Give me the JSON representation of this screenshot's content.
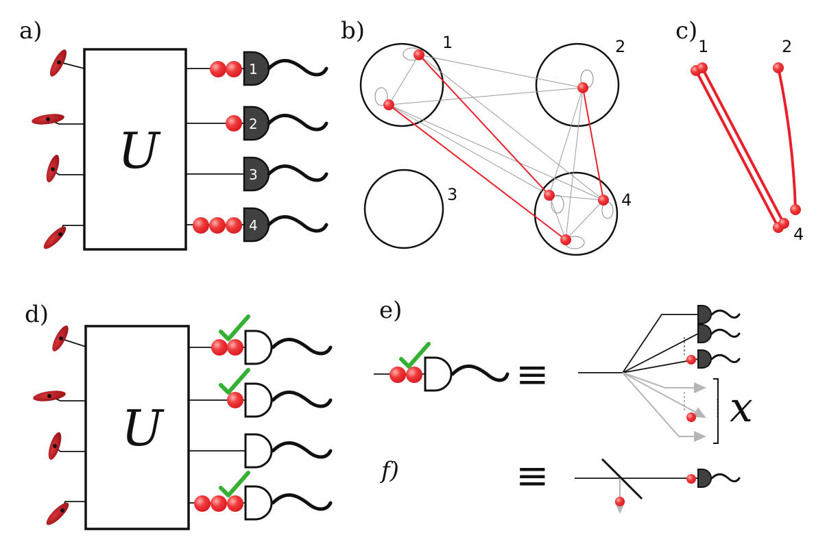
{
  "panels": {
    "a": {
      "label": "a)",
      "unitary": "U",
      "detectors": [
        "1",
        "2",
        "3",
        "4"
      ],
      "photon_counts": [
        2,
        1,
        0,
        3
      ]
    },
    "b": {
      "label": "b)",
      "modes": [
        "1",
        "2",
        "3",
        "4"
      ]
    },
    "c": {
      "label": "c)",
      "modes": [
        "1",
        "2",
        "4"
      ]
    },
    "d": {
      "label": "d)",
      "unitary": "U",
      "photon_counts": [
        2,
        1,
        0,
        3
      ],
      "checked": [
        true,
        true,
        false,
        true
      ]
    },
    "e": {
      "label": "e)",
      "equiv": "≡",
      "multiplexed_symbol": "x"
    },
    "f": {
      "label": "f)",
      "equiv": "≡"
    }
  },
  "colors": {
    "photon": "#e8202a",
    "squeezer": "#b3151c",
    "detector_fill": "#404040",
    "check": "#35b035",
    "graph_edge": "#9a9a9a",
    "arrow_gray": "#b5b5b5"
  },
  "icons": [
    "squeezer-icon",
    "detector-icon",
    "photon-icon",
    "check-icon",
    "beamsplitter-icon"
  ]
}
